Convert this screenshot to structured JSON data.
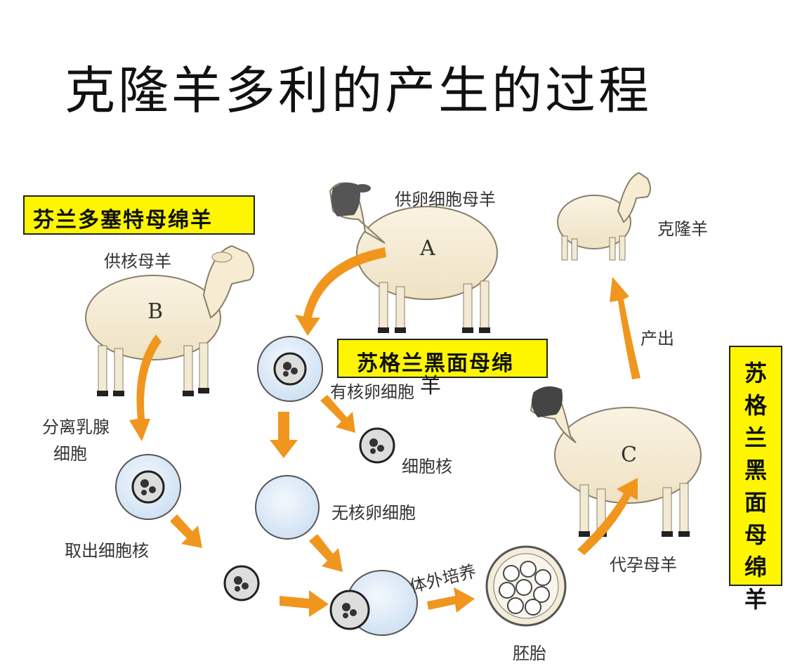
{
  "title": "克隆羊多利的产生的过程",
  "boxes": {
    "finnish": "芬兰多塞特母绵羊",
    "scottish": "苏格兰黑面母绵",
    "scottish_suffix": "羊",
    "scottish_vertical": "苏格兰黑面母绵羊"
  },
  "labels": {
    "nucleus_donor": "供核母羊",
    "egg_donor": "供卵细胞母羊",
    "clone": "克隆羊",
    "separate_mammary_1": "分离乳腺",
    "separate_mammary_2": "细胞",
    "extract_nucleus": "取出细胞核",
    "nucleated_egg": "有核卵细胞",
    "cell_nucleus": "细胞核",
    "enucleated_egg": "无核卵细胞",
    "in_vitro_culture": "体外培养",
    "embryo": "胚胎",
    "surrogate": "代孕母羊",
    "born": "产出"
  },
  "sheep": {
    "a": "A",
    "b": "B",
    "c": "C"
  },
  "colors": {
    "arrow": "#f0961e",
    "box": "#fdf600",
    "wool": "#f6ecd2",
    "cell": "#dbe9f7",
    "black_face": "#333333"
  }
}
